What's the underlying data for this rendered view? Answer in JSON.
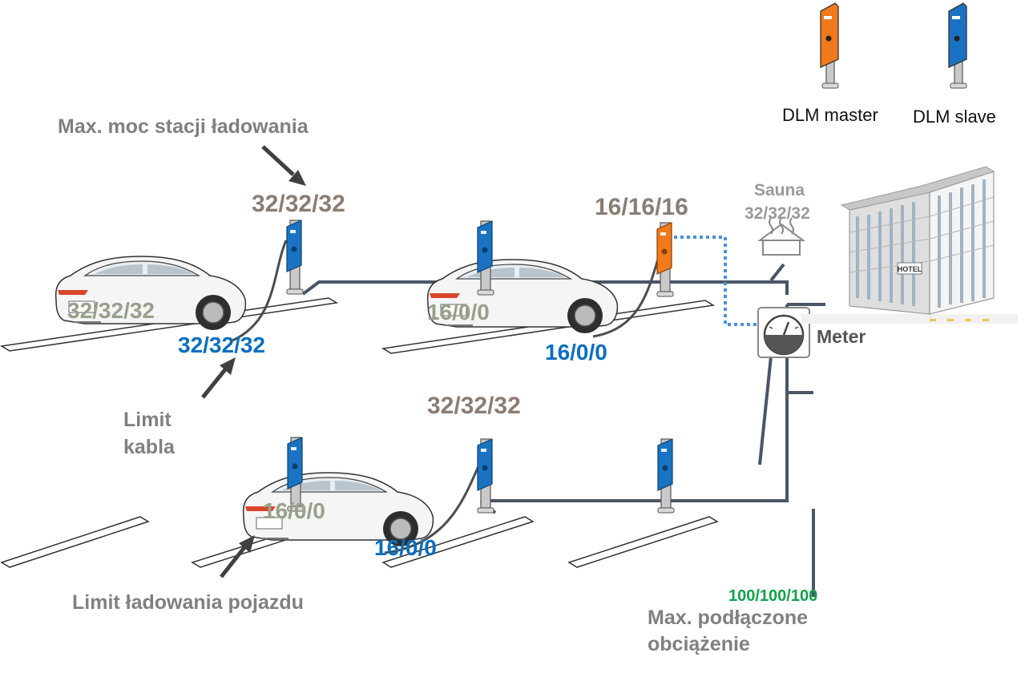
{
  "title_annotation": "Max. moc stacji ładowania",
  "station_ratings": {
    "top_left": "32/32/32",
    "top_middle": "16/16/16",
    "bottom_middle": "32/32/32"
  },
  "car_limits": {
    "top_left": "32/32/32",
    "top_middle": "16/0/0",
    "bottom": "16/0/0"
  },
  "cable_limits": {
    "top_left": "32/32/32",
    "top_middle": "16/0/0",
    "bottom": "16/0/0"
  },
  "annotations": {
    "cable_limit": [
      "Limit",
      "kabla"
    ],
    "vehicle_limit": "Limit ładowania pojazdu",
    "max_load": [
      "Max. podłączone",
      "obciążenie"
    ]
  },
  "legend": {
    "master_label": "DLM master",
    "slave_label": "DLM slave"
  },
  "sauna": {
    "label": "Sauna",
    "value": "32/32/32",
    "icon": "sauna-icon"
  },
  "meter": {
    "label": "Meter",
    "icon": "meter-icon"
  },
  "hotel": {
    "sign": "HOTEL"
  },
  "max_load_value": "100/100/100",
  "colors": {
    "slave_blue": "#1a73c2",
    "master_orange": "#f07a1c",
    "line_slate": "#4a5567",
    "dotted_blue": "#4a90d9",
    "station_text": "#8b7d74",
    "car_text": "#97a08b",
    "cable_text": "#0a6fbf",
    "annotation_text": "#808080",
    "green_text": "#13a14a"
  }
}
